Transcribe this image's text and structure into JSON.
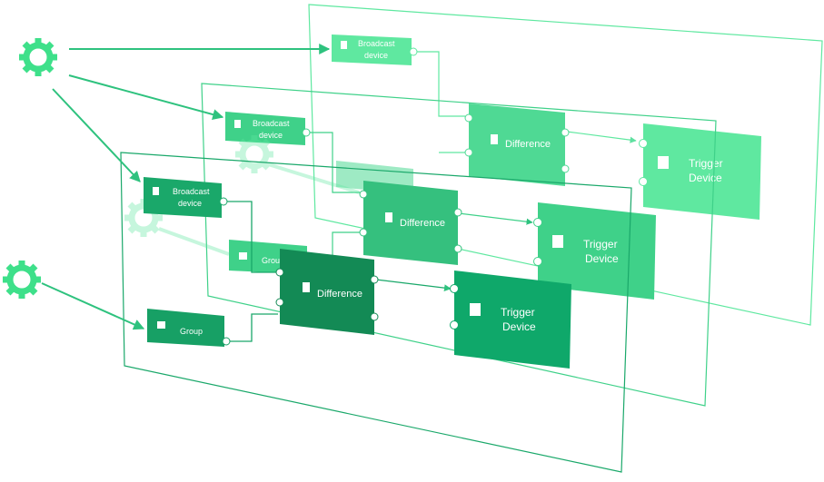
{
  "colors": {
    "layer_back": "#5fe8a0",
    "layer_mid": "#3fd189",
    "layer_front": "#1aa86a",
    "wire": "#2ec27e",
    "frame": "#27b36d",
    "gear": "#3ee08a"
  },
  "icons": [
    "gear-icon",
    "broadcast-icon",
    "group-folder-icon",
    "difference-icon",
    "trigger-icon"
  ],
  "layers": [
    {
      "name": "back",
      "broadcast_label_1": "Broadcast",
      "broadcast_label_2": "device",
      "difference_label": "Difference",
      "trigger_label_1": "Trigger",
      "trigger_label_2": "Device"
    },
    {
      "name": "middle",
      "broadcast_label_1": "Broadcast",
      "broadcast_label_2": "device",
      "group_label": "Group",
      "difference_label": "Difference",
      "trigger_label_1": "Trigger",
      "trigger_label_2": "Device"
    },
    {
      "name": "front",
      "broadcast_label_1": "Broadcast",
      "broadcast_label_2": "device",
      "group_label": "Group",
      "difference_label": "Difference",
      "trigger_label_1": "Trigger",
      "trigger_label_2": "Device"
    }
  ]
}
